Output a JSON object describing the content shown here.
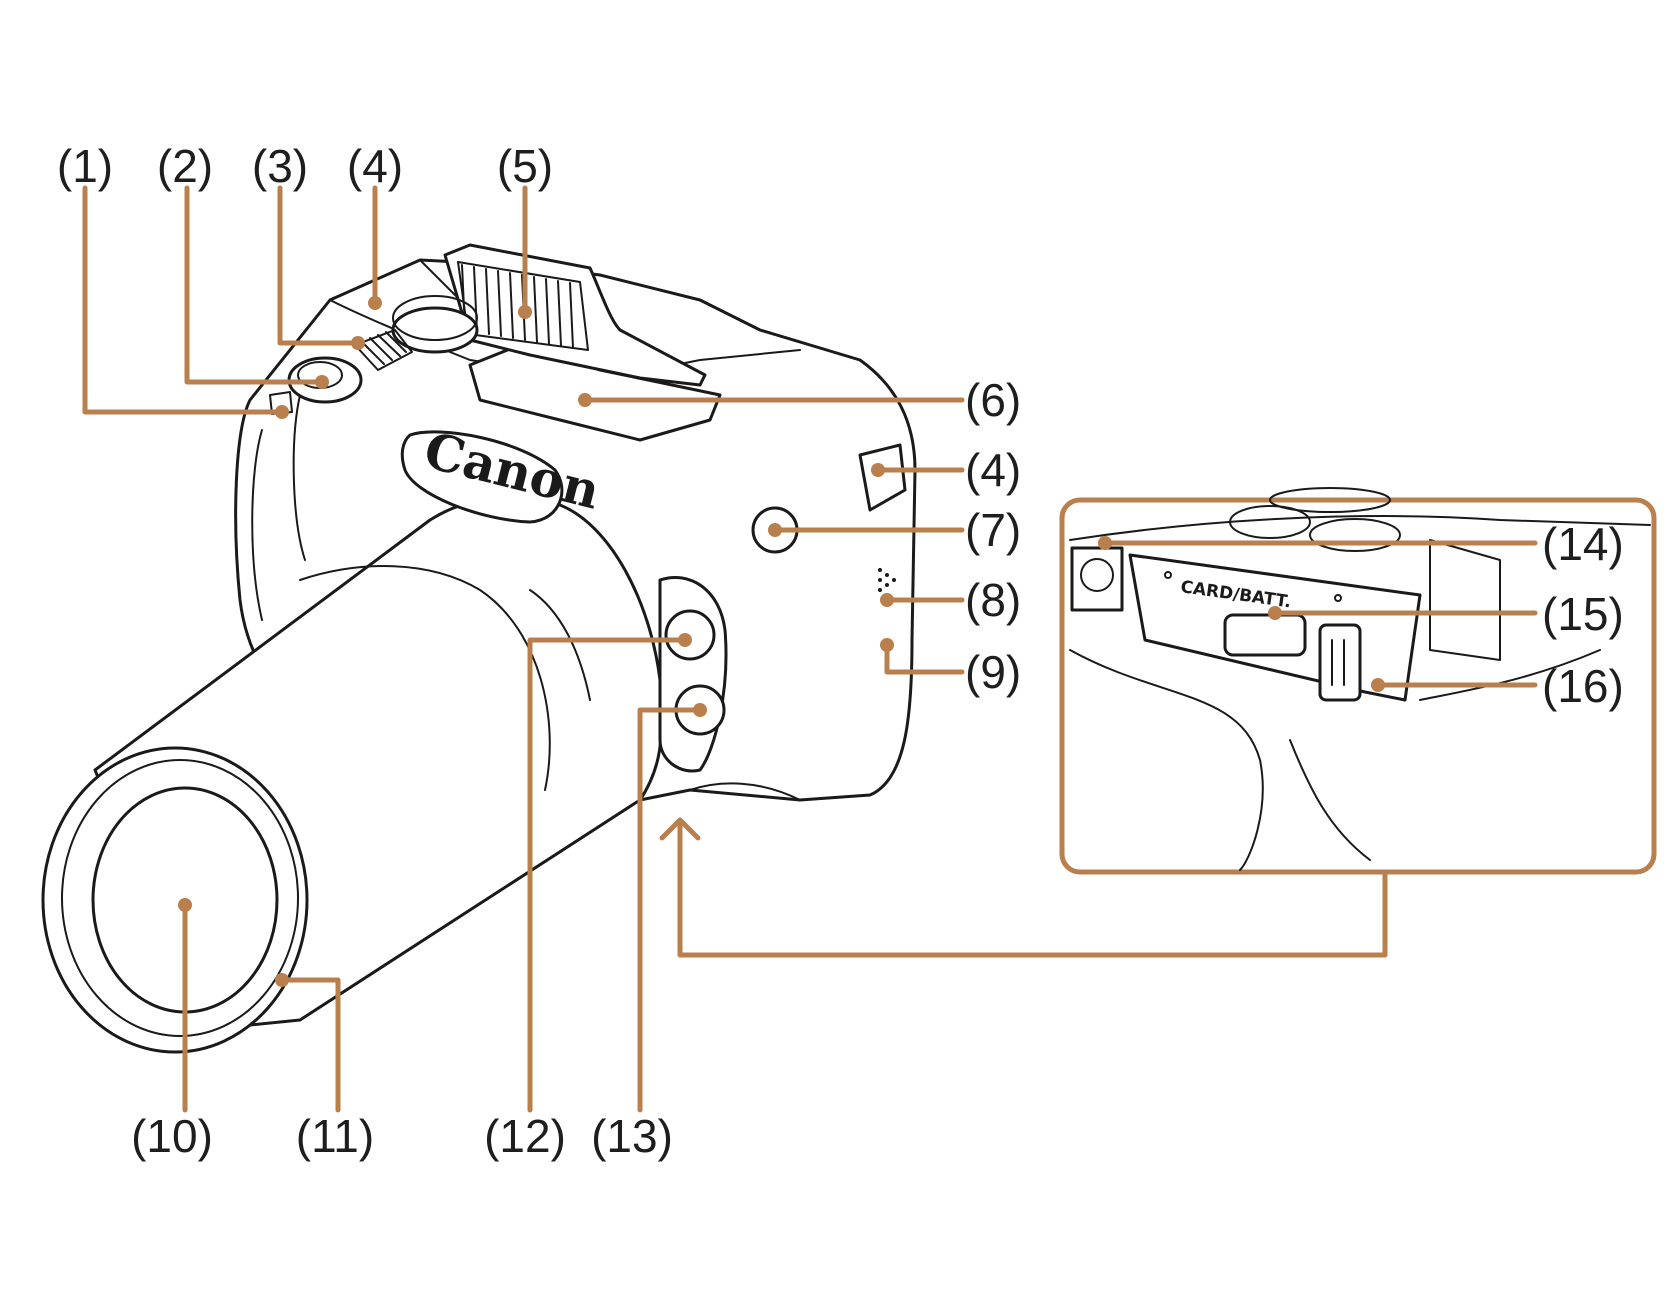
{
  "figure": {
    "callouts": [
      "(1)",
      "(2)",
      "(3)",
      "(4)",
      "(5)",
      "(6)",
      "(4)",
      "(7)",
      "(8)",
      "(9)",
      "(10)",
      "(11)",
      "(12)",
      "(13)",
      "(14)",
      "(15)",
      "(16)"
    ],
    "brand_text": "Canon",
    "inset_text": "CARD/BATT."
  },
  "colors": {
    "leader": "#b97f4c",
    "ink": "#1a1a1a",
    "background": "#ffffff"
  }
}
